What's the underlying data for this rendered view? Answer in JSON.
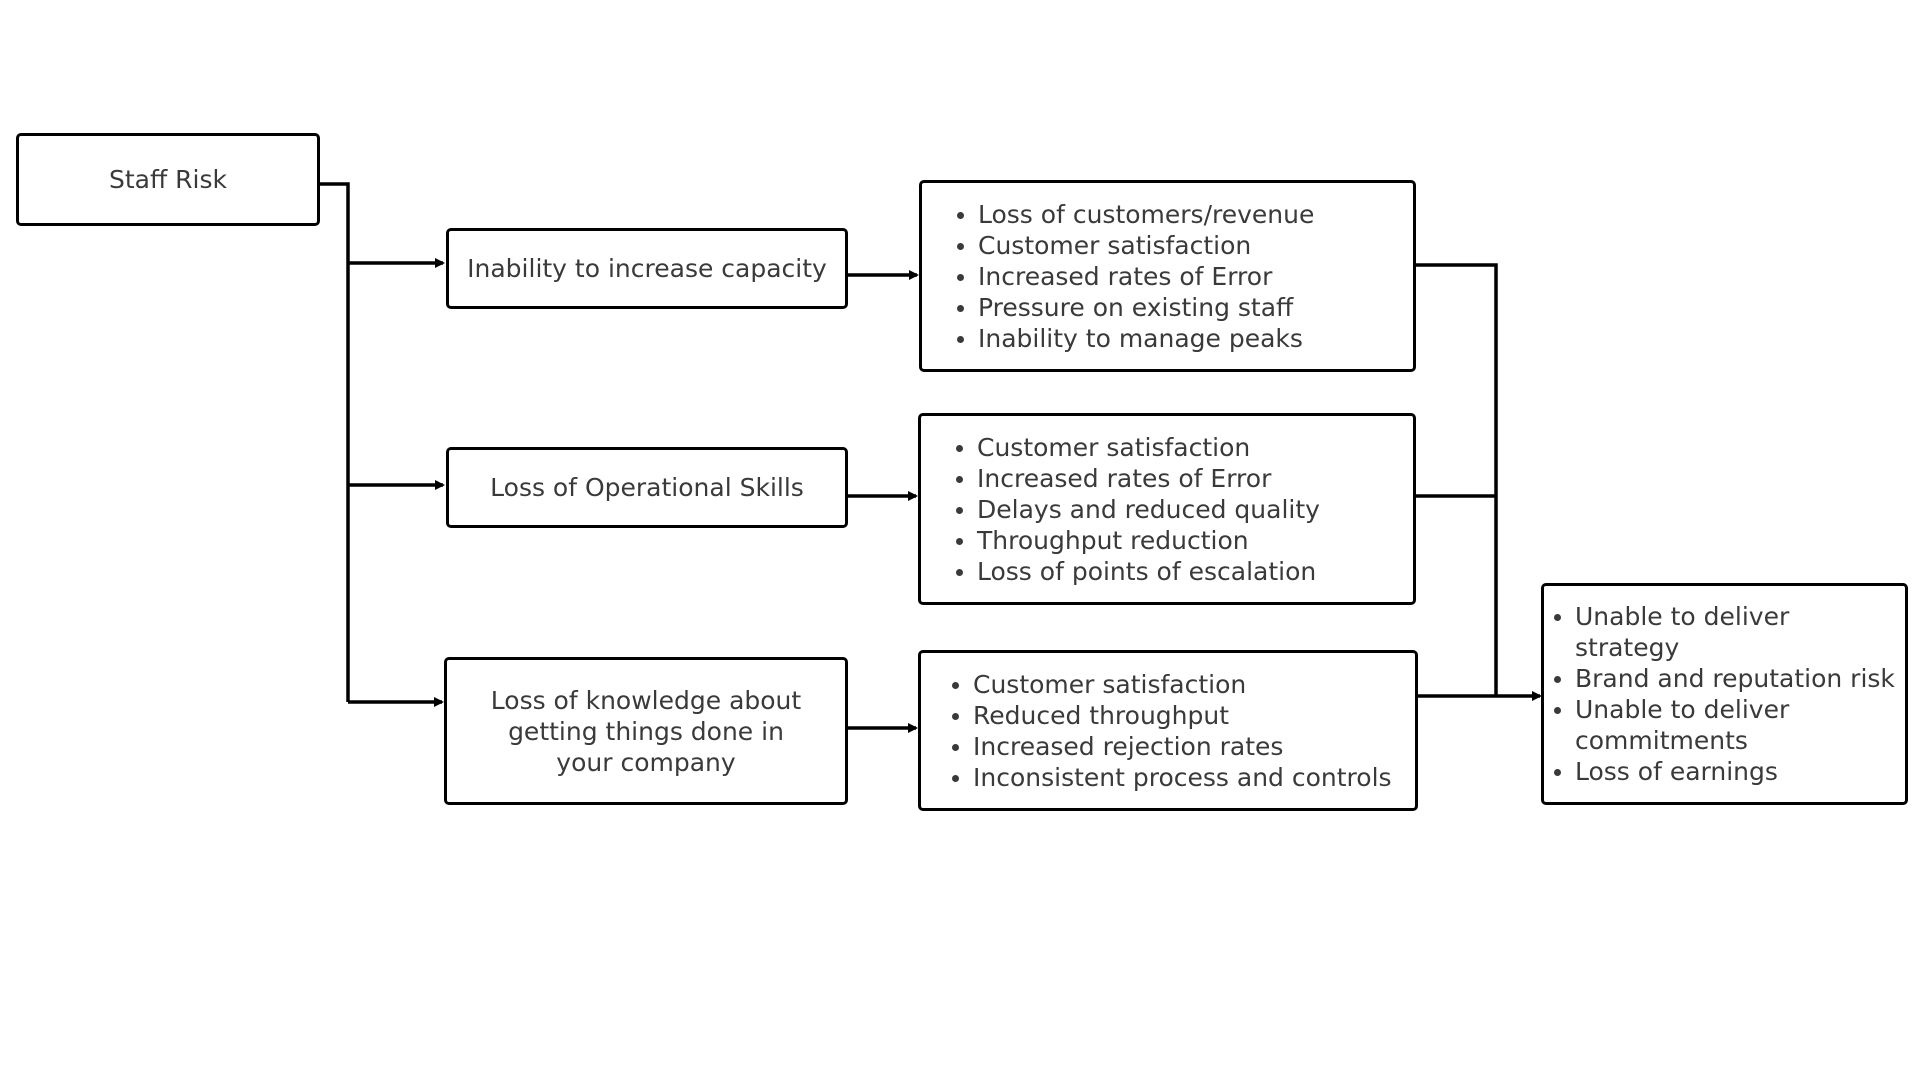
{
  "source": {
    "title": "Staff Risk"
  },
  "causes": [
    {
      "label": "Inability to increase capacity"
    },
    {
      "label": "Loss of Operational Skills"
    },
    {
      "label": "Loss of knowledge about getting things done in your company"
    }
  ],
  "impacts": [
    {
      "items": [
        "Loss of customers/revenue",
        "Customer satisfaction",
        "Increased rates of Error",
        "Pressure on existing staff",
        "Inability to manage peaks"
      ]
    },
    {
      "items": [
        "Customer satisfaction",
        "Increased rates of Error",
        "Delays and reduced quality",
        "Throughput reduction",
        "Loss of points of escalation"
      ]
    },
    {
      "items": [
        "Customer satisfaction",
        "Reduced throughput",
        "Increased rejection rates",
        "Inconsistent process and controls"
      ]
    }
  ],
  "outcome": {
    "items": [
      "Unable to deliver strategy",
      "Brand and reputation risk",
      "Unable to deliver commitments",
      "Loss of earnings"
    ]
  },
  "colors": {
    "line": "#000000",
    "text": "#3a3a3a",
    "border": "#000000"
  }
}
